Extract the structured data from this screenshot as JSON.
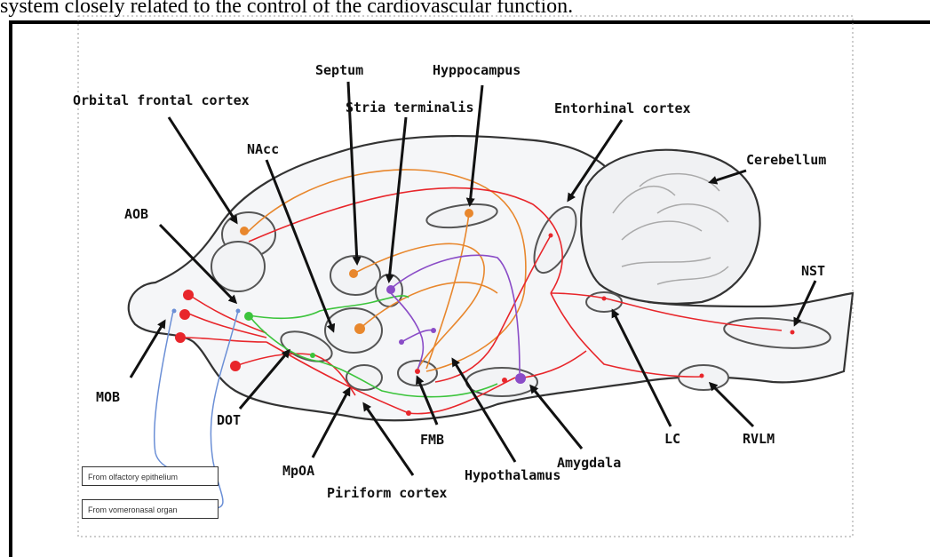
{
  "caption": "system closely related to the control of the cardiovascular function.",
  "labels": {
    "orbital_frontal_cortex": "Orbital frontal cortex",
    "septum": "Septum",
    "hyppocampus": "Hyppocampus",
    "stria_terminalis": "Stria terminalis",
    "entorhinal_cortex": "Entorhinal cortex",
    "cerebellum": "Cerebellum",
    "nacc": "NAcc",
    "aob": "AOB",
    "nst": "NST",
    "mob": "MOB",
    "dot": "DOT",
    "mpoa": "MpOA",
    "fmb": "FMB",
    "hypothalamus": "Hypothalamus",
    "amygdala": "Amygdala",
    "lc": "LC",
    "rvlm": "RVLM",
    "piriform_cortex": "Piriform cortex"
  },
  "inputs": {
    "olfactory": "From olfactory epithelium",
    "vomeronasal": "From vomeronasal organ"
  },
  "colors": {
    "red": "#e8262b",
    "orange": "#e8872d",
    "green": "#3cc43c",
    "purple": "#8a4cc7",
    "blue": "#6b8fd6"
  }
}
